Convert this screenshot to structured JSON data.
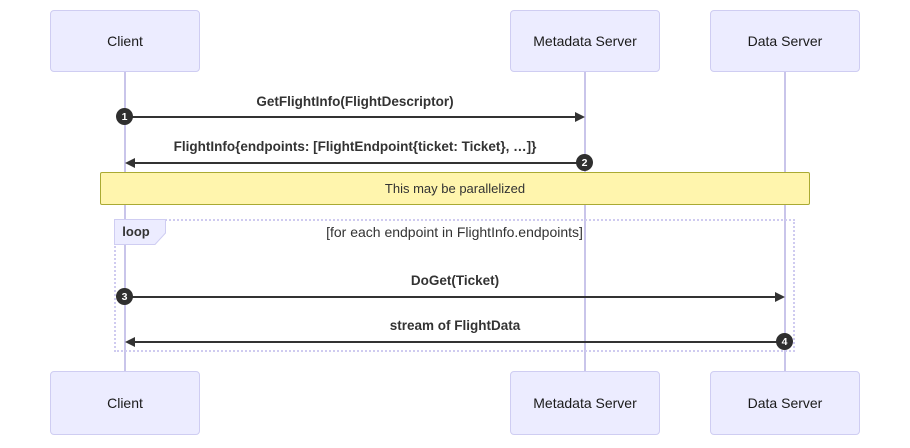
{
  "diagram": {
    "type": "sequence",
    "actors": [
      {
        "id": "client",
        "label": "Client"
      },
      {
        "id": "metadata-server",
        "label": "Metadata Server"
      },
      {
        "id": "data-server",
        "label": "Data Server"
      }
    ],
    "messages": [
      {
        "seq": "1",
        "label": "GetFlightInfo(FlightDescriptor)",
        "from": "client",
        "to": "metadata-server",
        "direction": "right"
      },
      {
        "seq": "2",
        "label": "FlightInfo{endpoints: [FlightEndpoint{ticket: Ticket}, …]}",
        "from": "metadata-server",
        "to": "client",
        "direction": "left"
      },
      {
        "seq": "3",
        "label": "DoGet(Ticket)",
        "from": "client",
        "to": "data-server",
        "direction": "right"
      },
      {
        "seq": "4",
        "label": "stream of FlightData",
        "from": "data-server",
        "to": "client",
        "direction": "left"
      }
    ],
    "note": {
      "text": "This may be parallelized"
    },
    "loop": {
      "label": "loop",
      "title": "[for each endpoint in FlightInfo.endpoints]"
    },
    "colors": {
      "actor_fill": "#ECECFF",
      "actor_border": "#CFCDF2",
      "lifeline": "#C9C5EA",
      "arrow": "#333333",
      "note_fill": "#FFF5AD",
      "note_border": "#AAAA33",
      "loop_border": "#CFCBF0",
      "badge_fill": "#2f2f2f",
      "badge_text": "#ffffff"
    }
  }
}
